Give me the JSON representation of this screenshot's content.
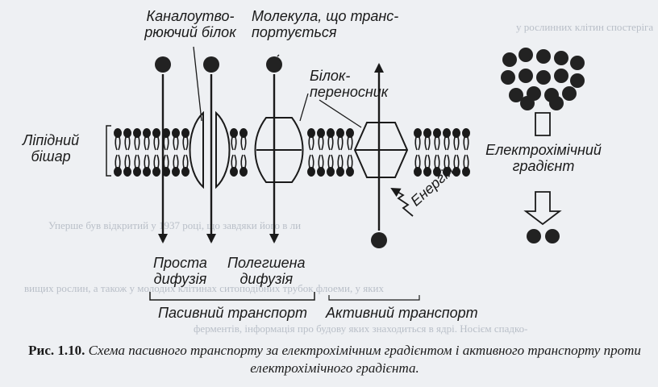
{
  "figure": {
    "labels": {
      "channel_protein": "Каналоутво-\nрюючий білок",
      "transported_molecule": "Молекула, що транс-\nпортується",
      "carrier_protein": "Білок-\nпереносник",
      "lipid_bilayer": "Ліпідний\nбішар",
      "electrochemical_gradient": "Електрохімічний\nградієнт",
      "energy": "Енергія",
      "simple_diffusion": "Проста\nдифузія",
      "facilitated_diffusion": "Полегшена\nдифузія",
      "passive_transport": "Пасивний транспорт",
      "active_transport": "Активний транспорт"
    },
    "colors": {
      "ink": "#1a1a1a",
      "molecule": "#222222",
      "paper": "#eef0f3"
    }
  },
  "caption": {
    "number": "Рис. 1.10.",
    "text": "Схема пасивного транспорту за електрохімічним градієнтом і активного транспорту проти електрохімічного градієнта."
  }
}
